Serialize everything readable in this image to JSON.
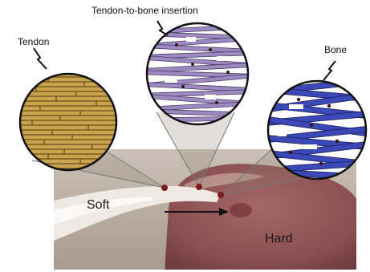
{
  "labels": {
    "tendon": "Tendon",
    "insertion": "Tendon-to-bone insertion",
    "bone": "Bone",
    "soft": "Soft",
    "hard": "Hard"
  },
  "colors": {
    "tendon_fill": "#c9a34e",
    "tendon_line": "#6a4f1a",
    "insertion_fill": "#9d8ac1",
    "insertion_line": "#4a3f6e",
    "bone_fill": "#3b48b5",
    "bone_line": "#1a2060",
    "photo_bg": "#c4b8ac",
    "bone_tissue": "#8f5a5a",
    "marker": "#7a1a1a"
  },
  "icons": [
    "lightning-pointer-icon",
    "arrow-right-icon",
    "magnifier-circle-icon"
  ]
}
